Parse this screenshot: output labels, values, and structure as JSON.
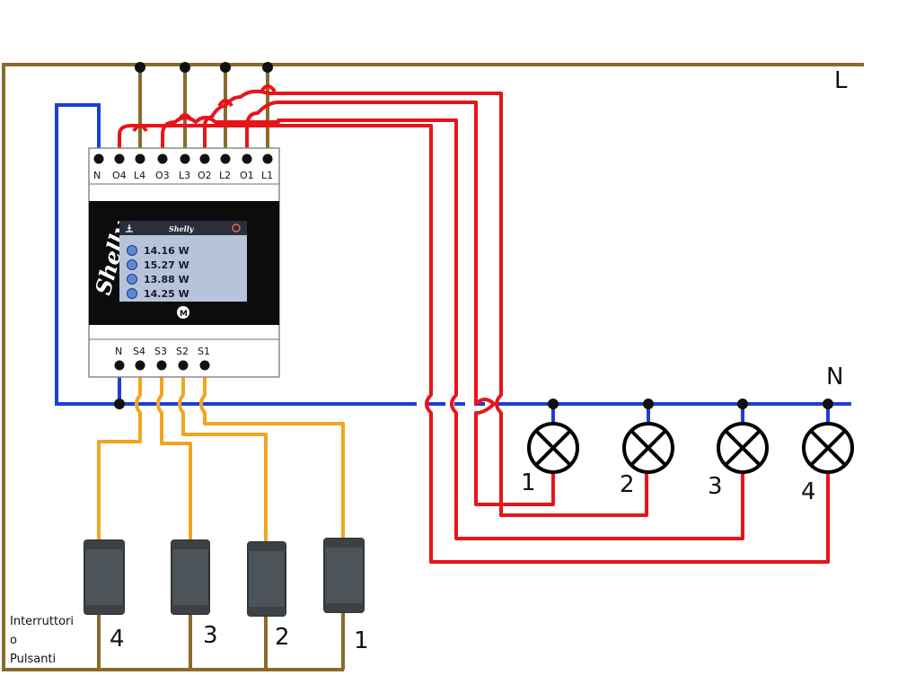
{
  "bus": {
    "live": "L",
    "neutral": "N"
  },
  "colors": {
    "live_wire": "#8b6a2b",
    "neutral_wire": "#1a3fd6",
    "output_wire": "#e8141a",
    "switch_wire": "#f2a51e",
    "device_body": "#ffffff",
    "screen": "#b7c3db",
    "dark_band": "#0c0c0c",
    "switch_body": "#4d5459"
  },
  "device": {
    "brand": "Shelly",
    "top_terminals": [
      "N",
      "O4",
      "L4",
      "O3",
      "L3",
      "O2",
      "L2",
      "O1",
      "L1"
    ],
    "bottom_terminals": [
      "N",
      "S4",
      "S3",
      "S2",
      "S1"
    ],
    "screen_readings": [
      "14.16 W",
      "15.27 W",
      "13.88 W",
      "14.25 W"
    ],
    "reading_icon": "power-icon",
    "mode_badge": "M"
  },
  "lamps": [
    {
      "label": "1"
    },
    {
      "label": "2"
    },
    {
      "label": "3"
    },
    {
      "label": "4"
    }
  ],
  "switches": [
    {
      "label": "4"
    },
    {
      "label": "3"
    },
    {
      "label": "2"
    },
    {
      "label": "1"
    }
  ],
  "switch_note": [
    "Interruttori",
    "o",
    "Pulsanti"
  ]
}
